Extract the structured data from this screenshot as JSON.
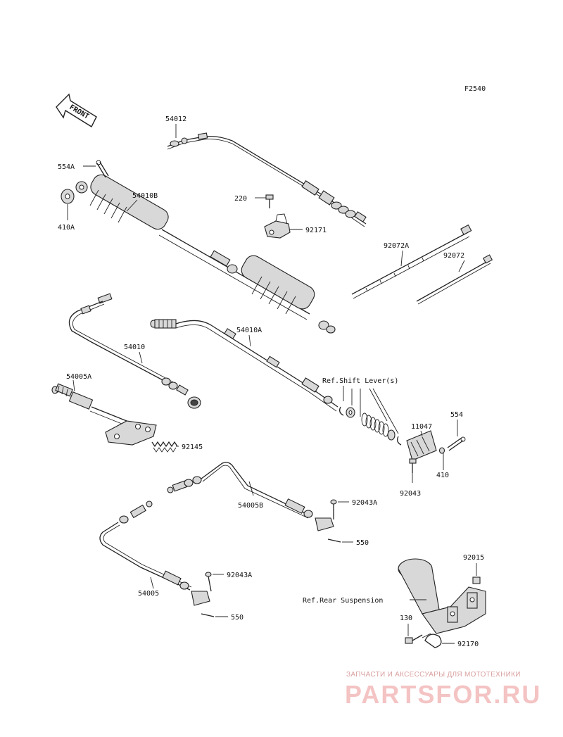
{
  "diagram_code": "F2540",
  "front_label": "FRONT",
  "parts": {
    "p54012": "54012",
    "p554A": "554A",
    "p410A": "410A",
    "p54010B": "54010B",
    "p220": "220",
    "p92171": "92171",
    "p92072A": "92072A",
    "p92072": "92072",
    "p54010": "54010",
    "p54010A": "54010A",
    "p54005A": "54005A",
    "p92145": "92145",
    "p11047": "11047",
    "p554": "554",
    "p410": "410",
    "p92043": "92043",
    "p54005B": "54005B",
    "p92043A_1": "92043A",
    "p550_1": "550",
    "p92043A_2": "92043A",
    "p54005": "54005",
    "p550_2": "550",
    "p92015": "92015",
    "p130": "130",
    "p92170": "92170"
  },
  "references": {
    "shift_lever": "Ref.Shift Lever(s)",
    "rear_suspension": "Ref.Rear Suspension"
  },
  "watermark": {
    "tagline": "ЗАПЧАСТИ И АКСЕССУАРЫ ДЛЯ МОТОТЕХНИКИ",
    "logo": "PARTSFOR.RU"
  }
}
